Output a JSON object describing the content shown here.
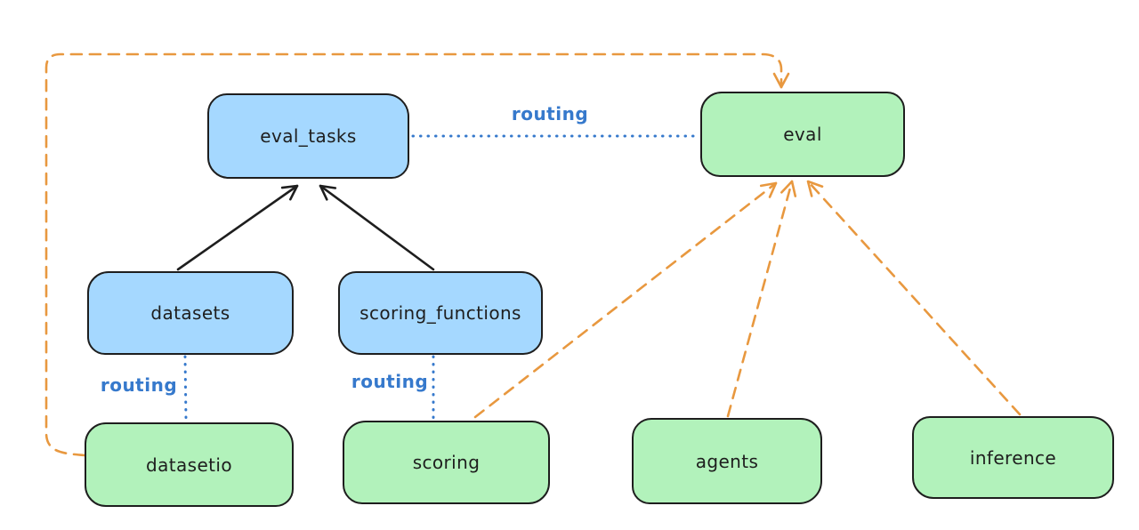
{
  "diagram": {
    "nodes": {
      "eval_tasks": {
        "label": "eval_tasks",
        "fill": "blue"
      },
      "eval": {
        "label": "eval",
        "fill": "green"
      },
      "datasets": {
        "label": "datasets",
        "fill": "blue"
      },
      "scoring_functions": {
        "label": "scoring_functions",
        "fill": "blue"
      },
      "datasetio": {
        "label": "datasetio",
        "fill": "green"
      },
      "scoring": {
        "label": "scoring",
        "fill": "green"
      },
      "agents": {
        "label": "agents",
        "fill": "green"
      },
      "inference": {
        "label": "inference",
        "fill": "green"
      }
    },
    "edge_labels": {
      "eval_tasks_to_eval": "routing",
      "datasets_to_datasetio": "routing",
      "scoring_functions_to_scoring": "routing"
    },
    "edges": [
      {
        "from": "datasets",
        "to": "eval_tasks",
        "style": "solid-black-arrow"
      },
      {
        "from": "scoring_functions",
        "to": "eval_tasks",
        "style": "solid-black-arrow"
      },
      {
        "from": "eval_tasks",
        "to": "eval",
        "style": "dotted-blue",
        "label": "routing"
      },
      {
        "from": "datasets",
        "to": "datasetio",
        "style": "dotted-blue",
        "label": "routing"
      },
      {
        "from": "scoring_functions",
        "to": "scoring",
        "style": "dotted-blue",
        "label": "routing"
      },
      {
        "from": "datasetio",
        "to": "eval",
        "style": "dashed-orange-arrow"
      },
      {
        "from": "scoring",
        "to": "eval",
        "style": "dashed-orange-arrow"
      },
      {
        "from": "agents",
        "to": "eval",
        "style": "dashed-orange-arrow"
      },
      {
        "from": "inference",
        "to": "eval",
        "style": "dashed-orange-arrow"
      }
    ],
    "colors": {
      "node_blue_fill": "#a5d8ff",
      "node_green_fill": "#b2f2bb",
      "node_border": "#1e1e1e",
      "arrow_black": "#1e1e1e",
      "arrow_orange": "#e8983f",
      "routing_blue": "#3679cc",
      "background": "#ffffff"
    }
  }
}
